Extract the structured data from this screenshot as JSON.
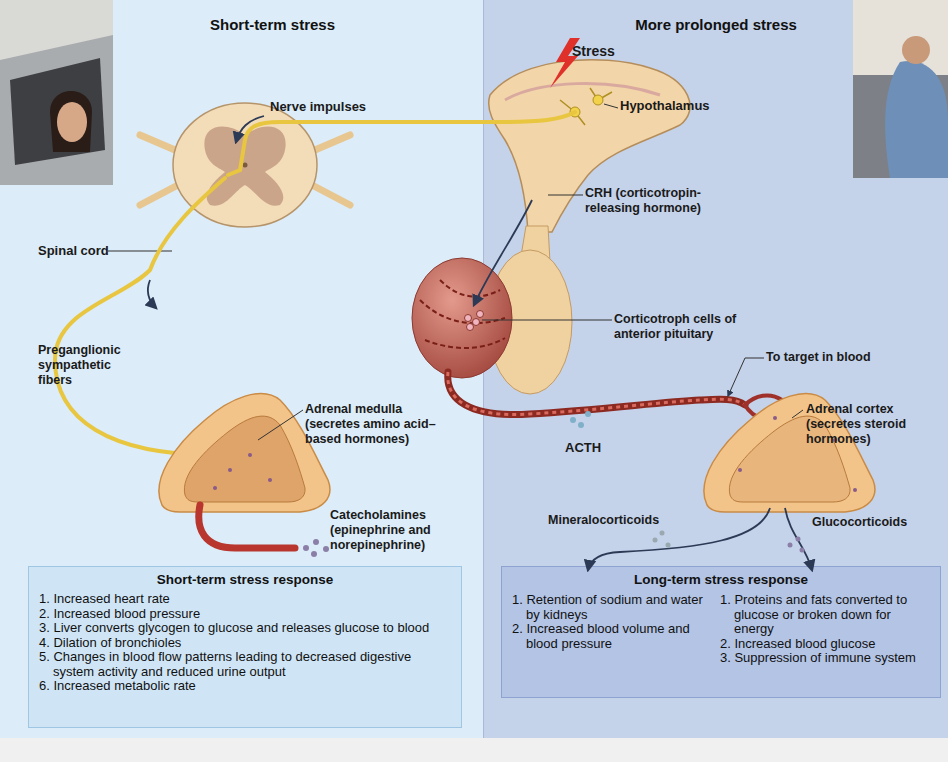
{
  "diagram": {
    "nodes": [
      {
        "text": [
          "Short-term stress"
        ]
      },
      {
        "text": [
          "More prolonged stress"
        ]
      },
      {
        "text": [
          "Short-term stress response",
          "1. Increased heart rate",
          "2. Increased blood pressure",
          "3. Liver converts glycogen to glucose and releases glucose to blood",
          "4. Dilation of bronchioles",
          "5. Changes in blood flow patterns leading to decreased digestive system activity and reduced urine output",
          "6. Increased metabolic rate"
        ],
        "in": 0
      },
      {
        "text": [
          "Long-term stress response",
          "1. Retention of sodium and water by kidneys",
          "2. Increased blood volume and blood pressure",
          "1. Proteins and fats converted to glucose or broken down for energy",
          "2. Increased blood glucose",
          "3. Suppression of immune system"
        ],
        "in": 1
      }
    ],
    "labels": [
      "Stress",
      "Hypothalamus",
      "Nerve impulses",
      "CRH (corticotropin-releasing hormone)",
      "Spinal cord",
      "Corticotroph cells of anterior pituitary",
      "To target in blood",
      "Preganglionic sympathetic fibers",
      "Adrenal medulla (secretes amino acid–based hormones)",
      "Adrenal cortex (secretes steroid hormones)",
      "ACTH",
      "Catecholamines (epinephrine and norepinephrine)",
      "Mineralocorticoids",
      "Glucocorticoids"
    ]
  }
}
